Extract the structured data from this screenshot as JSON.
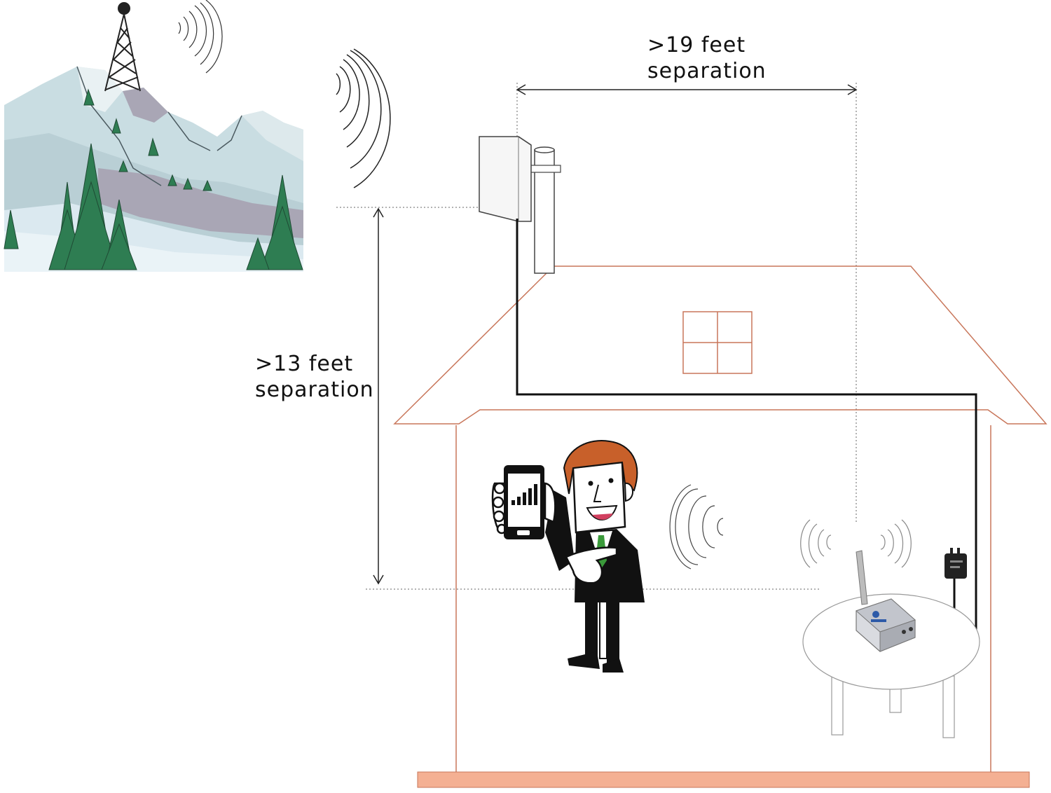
{
  "labels": {
    "horizontal_separation": {
      "line1": ">19 feet",
      "line2": "separation"
    },
    "vertical_separation": {
      "line1": ">13 feet",
      "line2": "separation"
    }
  },
  "icons": {
    "cell_tower": "cell-tower-icon",
    "outdoor_antenna": "panel-antenna-icon",
    "booster": "signal-booster-icon",
    "phone": "smartphone-icon",
    "power_adapter": "power-adapter-icon",
    "person": "person-icon"
  },
  "colors": {
    "house_outline": "#c8765a",
    "floor": "#f4b093",
    "cable": "#111111",
    "mountain": "#b9d0d6",
    "mountain_shadow": "#a9a6b5",
    "tree": "#2e7d52",
    "hair": "#c8602a",
    "tie": "#3a9a3a"
  }
}
